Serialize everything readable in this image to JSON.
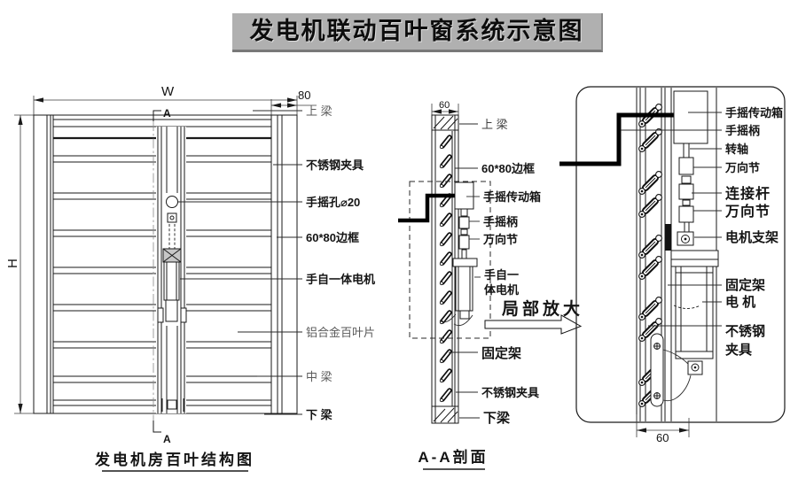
{
  "title": "发电机联动百叶窗系统示意图",
  "front_view": {
    "caption": "发电机房百叶结构图",
    "dims": {
      "width": "W",
      "height": "H",
      "frame": "80"
    },
    "section_marker": "A",
    "labels": [
      "上 梁",
      "不锈钢夹具",
      "手摇孔⌀20",
      "60*80边框",
      "手自一体电机",
      "铝合金百叶片",
      "中 梁",
      "下 梁"
    ]
  },
  "section_view": {
    "caption": "A-A剖面",
    "dims": {
      "frame": "60"
    },
    "zoom_callout": "局部放大",
    "labels": [
      "上 梁",
      "60*80边框",
      "手摇传动箱",
      "手摇柄",
      "万向节",
      "手自一",
      "体电机",
      "固定架",
      "不锈钢夹具",
      "下梁"
    ]
  },
  "detail_view": {
    "dims": {
      "frame": "60"
    },
    "labels": [
      "手摇传动箱",
      "手摇柄",
      "转轴",
      "万向节",
      "连接杆",
      "万向节",
      "电机支架",
      "固定架",
      "电 机",
      "不锈钢",
      "夹具"
    ]
  },
  "colors": {
    "title_bg": "#b0b0b0",
    "line": "#1a1a1a",
    "muted_label": "#5a5a5a"
  }
}
